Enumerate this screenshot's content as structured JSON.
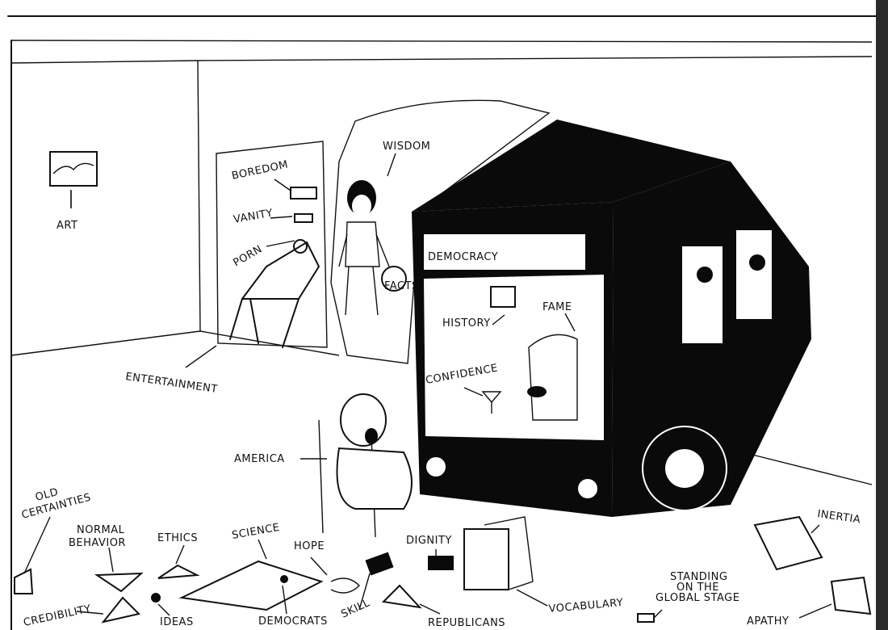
{
  "cartoon": {
    "labels": {
      "art": "ART",
      "boredom": "BOREDOM",
      "vanity": "VANITY",
      "porn": "PORN",
      "wisdom": "WISDOM",
      "facts": "FACTS",
      "democracy": "DEMOCRACY",
      "history": "HISTORY",
      "fame": "FAME",
      "confidence": "CONFIDENCE",
      "entertainment": "ENTERTAINMENT",
      "america": "AMERICA",
      "old_certainties_1": "OLD",
      "old_certainties_2": "CERTAINTIES",
      "normal_behavior_1": "NORMAL",
      "normal_behavior_2": "BEHAVIOR",
      "ethics": "ETHICS",
      "science": "SCIENCE",
      "hope": "HOPE",
      "dignity": "DIGNITY",
      "inertia": "INERTIA",
      "credibility": "CREDIBILITY",
      "ideas": "IDEAS",
      "democrats": "DEMOCRATS",
      "skill": "SKILL",
      "republicans": "REPUBLICANS",
      "vocabulary": "VOCABULARY",
      "standing_1": "STANDING",
      "standing_2": "ON THE",
      "standing_3": "GLOBAL STAGE",
      "apathy": "APATHY"
    },
    "colors": {
      "ink": "#0a0a0a",
      "paper": "#ffffff",
      "edge": "#2a2a2a"
    }
  }
}
